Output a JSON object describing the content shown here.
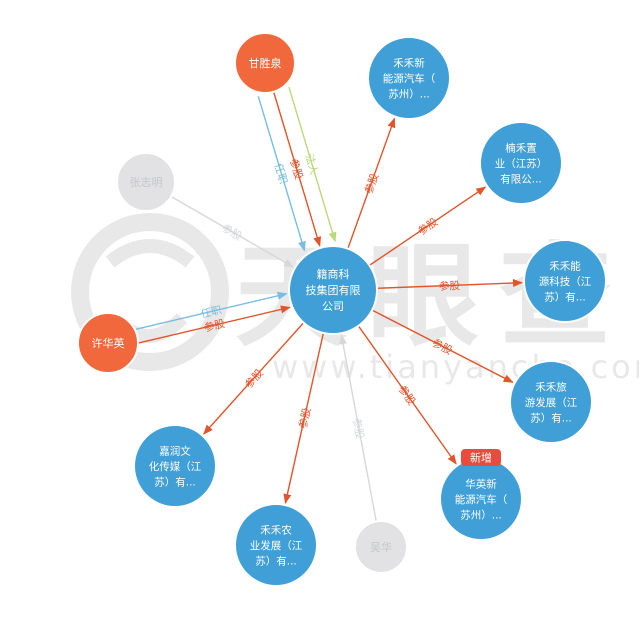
{
  "watermark": {
    "logo_text": "天眼查",
    "url_text": "www.tianyancha.com"
  },
  "colors": {
    "company_blue": "#3f9fd6",
    "person_orange": "#f0683c",
    "person_gray": "#e2e2e4",
    "edge_invest": "#e2552b",
    "edge_post": "#79bde0",
    "edge_legal": "#b9d97a",
    "edge_faded": "#d5d8db",
    "badge_red": "#e84c3d"
  },
  "center": {
    "lines": [
      "籍商科",
      "技集团有限",
      "公司"
    ]
  },
  "people": [
    {
      "id": "gan",
      "lines": [
        "甘胜泉"
      ],
      "style": "orange"
    },
    {
      "id": "xu",
      "lines": [
        "许华英"
      ],
      "style": "orange"
    },
    {
      "id": "zhang",
      "lines": [
        "张志明"
      ],
      "style": "gray"
    },
    {
      "id": "wu",
      "lines": [
        "吴华"
      ],
      "style": "gray"
    }
  ],
  "companies": [
    {
      "id": "c1",
      "lines": [
        "禾禾新",
        "能源汽车（",
        "苏州）..."
      ]
    },
    {
      "id": "c2",
      "lines": [
        "楠禾置",
        "业（江苏）",
        "有限公..."
      ]
    },
    {
      "id": "c3",
      "lines": [
        "禾禾能",
        "源科技（江",
        "苏）有..."
      ]
    },
    {
      "id": "c4",
      "lines": [
        "禾禾旅",
        "游发展（江",
        "苏）有..."
      ]
    },
    {
      "id": "c5",
      "lines": [
        "华英新",
        "能源汽车（",
        "苏州）..."
      ],
      "badge": "新增"
    },
    {
      "id": "c6",
      "lines": [
        "禾禾农",
        "业发展（江",
        "苏）有..."
      ]
    },
    {
      "id": "c7",
      "lines": [
        "嘉润文",
        "化传媒（江",
        "苏）有..."
      ]
    }
  ],
  "edge_labels": {
    "invest": "参股",
    "post": "任职",
    "legal": "法人"
  }
}
